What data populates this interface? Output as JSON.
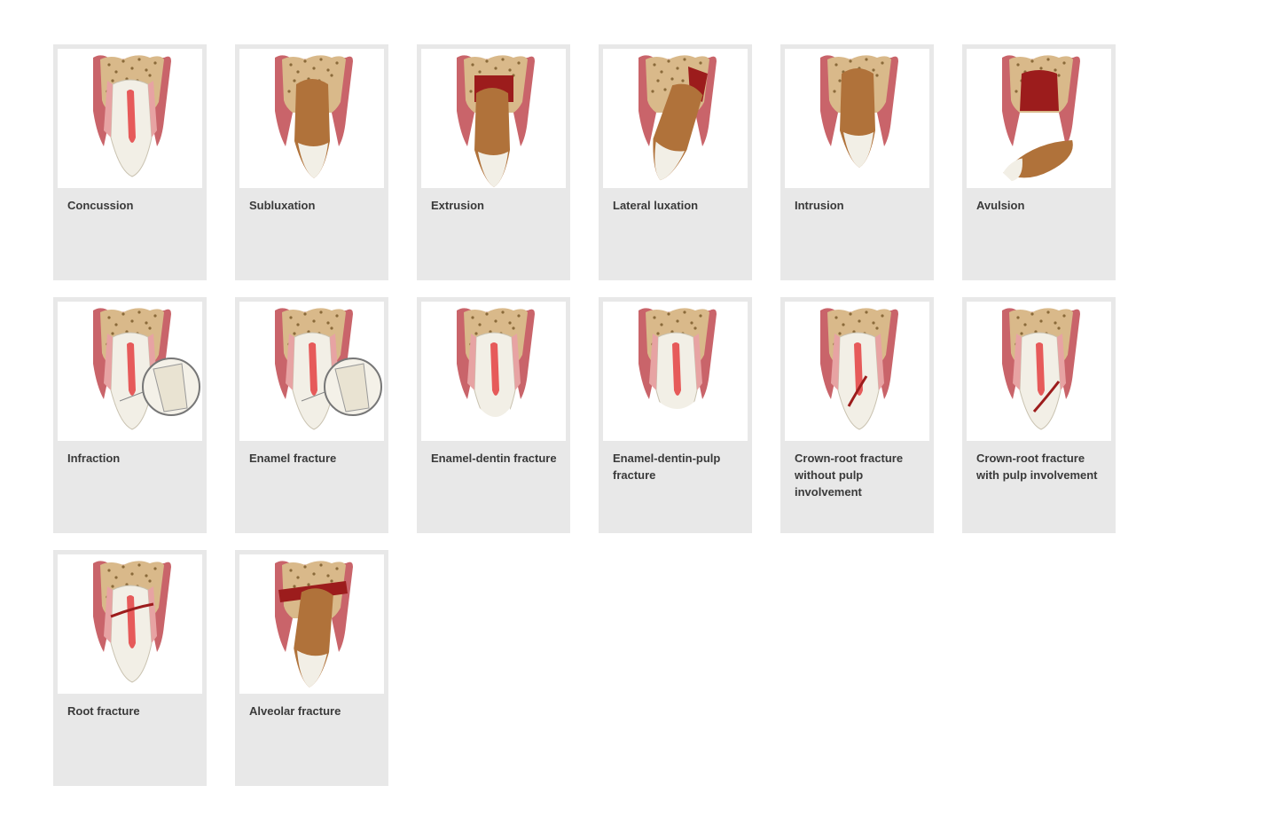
{
  "injuries": [
    {
      "label": "Concussion",
      "icon": "concussion-illustration"
    },
    {
      "label": "Subluxation",
      "icon": "subluxation-illustration"
    },
    {
      "label": "Extrusion",
      "icon": "extrusion-illustration"
    },
    {
      "label": "Lateral luxation",
      "icon": "lateral-luxation-illustration"
    },
    {
      "label": "Intrusion",
      "icon": "intrusion-illustration"
    },
    {
      "label": "Avulsion",
      "icon": "avulsion-illustration"
    },
    {
      "label": "Infraction",
      "icon": "infraction-illustration"
    },
    {
      "label": "Enamel fracture",
      "icon": "enamel-fracture-illustration"
    },
    {
      "label": "Enamel-dentin fracture",
      "icon": "enamel-dentin-fracture-illustration"
    },
    {
      "label": "Enamel-dentin-pulp fracture",
      "icon": "enamel-dentin-pulp-fracture-illustration"
    },
    {
      "label": "Crown-root fracture without pulp involvement",
      "icon": "crown-root-fracture-without-pulp-illustration"
    },
    {
      "label": "Crown-root fracture with pulp involvement",
      "icon": "crown-root-fracture-with-pulp-illustration"
    },
    {
      "label": "Root fracture",
      "icon": "root-fracture-illustration"
    },
    {
      "label": "Alveolar fracture",
      "icon": "alveolar-fracture-illustration"
    }
  ],
  "colors": {
    "card_background": "#e8e8e8",
    "thumb_background": "#ffffff",
    "label_text": "#3a3a3a",
    "bone": "#d9b98a",
    "bone_dots": "#8a6a3a",
    "gum": "#c9646a",
    "gum_light": "#e7a3a3",
    "pulp": "#e65a5a",
    "tooth_white": "#f2efe6",
    "root_brown": "#b0723a",
    "blood": "#9c1c1c"
  }
}
